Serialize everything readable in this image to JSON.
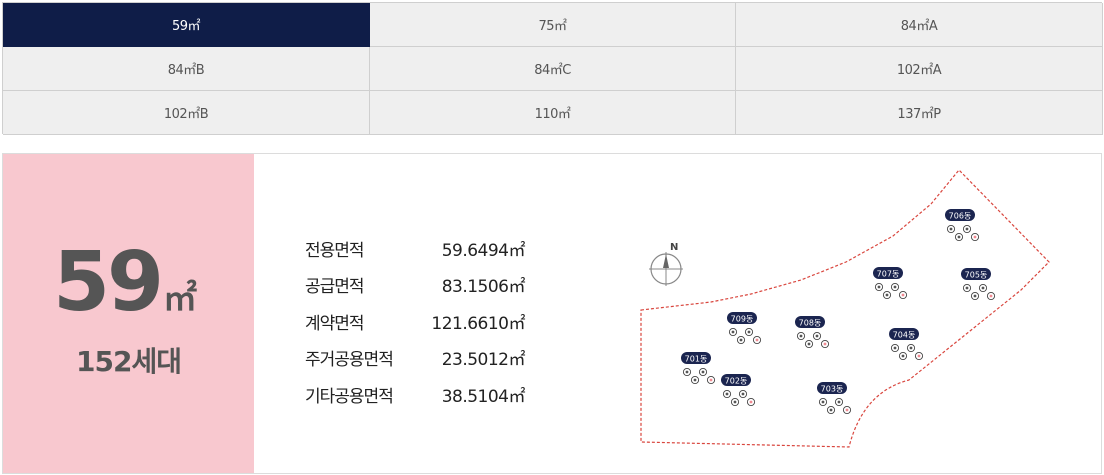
{
  "tabs": [
    {
      "label": "59㎡",
      "active": true
    },
    {
      "label": "75㎡",
      "active": false
    },
    {
      "label": "84㎡A",
      "active": false
    },
    {
      "label": "84㎡B",
      "active": false
    },
    {
      "label": "84㎡C",
      "active": false
    },
    {
      "label": "102㎡A",
      "active": false
    },
    {
      "label": "102㎡B",
      "active": false
    },
    {
      "label": "110㎡",
      "active": false
    },
    {
      "label": "137㎡P",
      "active": false
    }
  ],
  "summary": {
    "size_number": "59",
    "size_unit": "㎡",
    "households": "152세대"
  },
  "areas": [
    {
      "label": "전용면적",
      "value": "59.6494㎡"
    },
    {
      "label": "공급면적",
      "value": "83.1506㎡"
    },
    {
      "label": "계약면적",
      "value": "121.6610㎡"
    },
    {
      "label": "주거공용면적",
      "value": "23.5012㎡"
    },
    {
      "label": "기타공용면적",
      "value": "38.5104㎡"
    }
  ],
  "map": {
    "compass_label": "N",
    "buildings": [
      "701동",
      "702동",
      "703동",
      "704동",
      "705동",
      "706동",
      "707동",
      "708동",
      "709동"
    ],
    "colors": {
      "boundary": "#d9463e",
      "label_bg": "#1b2550",
      "highlight": "#f08a92"
    }
  }
}
